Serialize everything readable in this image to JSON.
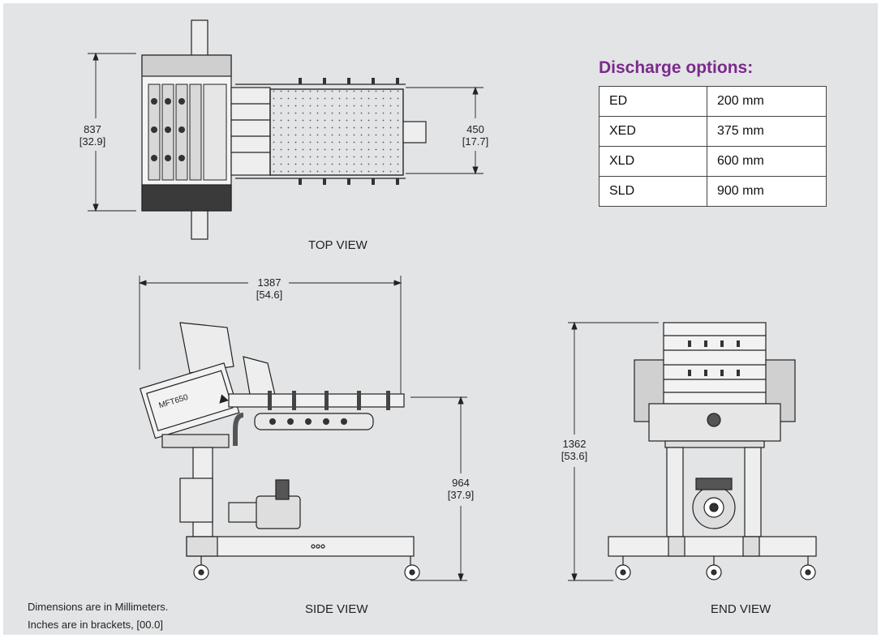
{
  "discharge": {
    "title": "Discharge options:",
    "rows": [
      {
        "code": "ED",
        "value": "200 mm"
      },
      {
        "code": "XED",
        "value": "375 mm"
      },
      {
        "code": "XLD",
        "value": "600 mm"
      },
      {
        "code": "SLD",
        "value": "900 mm"
      }
    ]
  },
  "views": {
    "top": "TOP VIEW",
    "side": "SIDE VIEW",
    "end": "END VIEW"
  },
  "dimensions": {
    "top_height": {
      "mm": "837",
      "in": "[32.9]"
    },
    "top_width": {
      "mm": "450",
      "in": "[17.7]"
    },
    "side_length": {
      "mm": "1387",
      "in": "[54.6]"
    },
    "side_height": {
      "mm": "964",
      "in": "[37.9]"
    },
    "end_height": {
      "mm": "1362",
      "in": "[53.6]"
    }
  },
  "machine_label": "MFT650",
  "notes": {
    "line1": "Dimensions are in Millimeters.",
    "line2": "Inches are in brackets, [00.0]"
  },
  "colors": {
    "background": "#e3e4e5",
    "title": "#7a2a8c",
    "line": "#222222"
  }
}
